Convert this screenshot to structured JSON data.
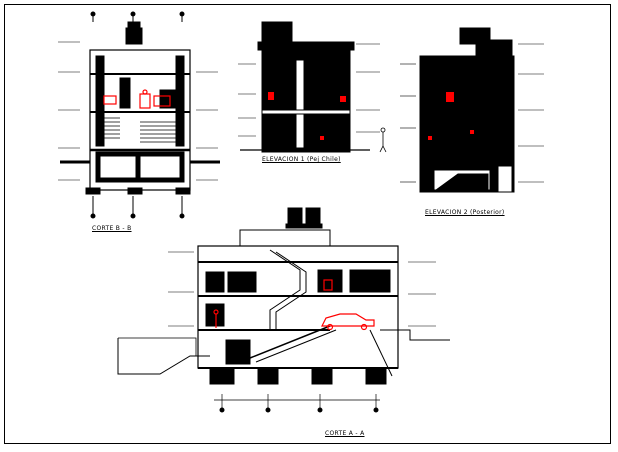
{
  "sheet": {
    "titles": {
      "section_b": "CORTE B - B",
      "elevation_1": "ELEVACION 1 (Pej Chile)",
      "elevation_2": "ELEVACION 2 (Posterior)",
      "section_a": "CORTE A - A"
    },
    "colors": {
      "line": "#000000",
      "accent": "#ff0000",
      "background": "#ffffff"
    }
  }
}
